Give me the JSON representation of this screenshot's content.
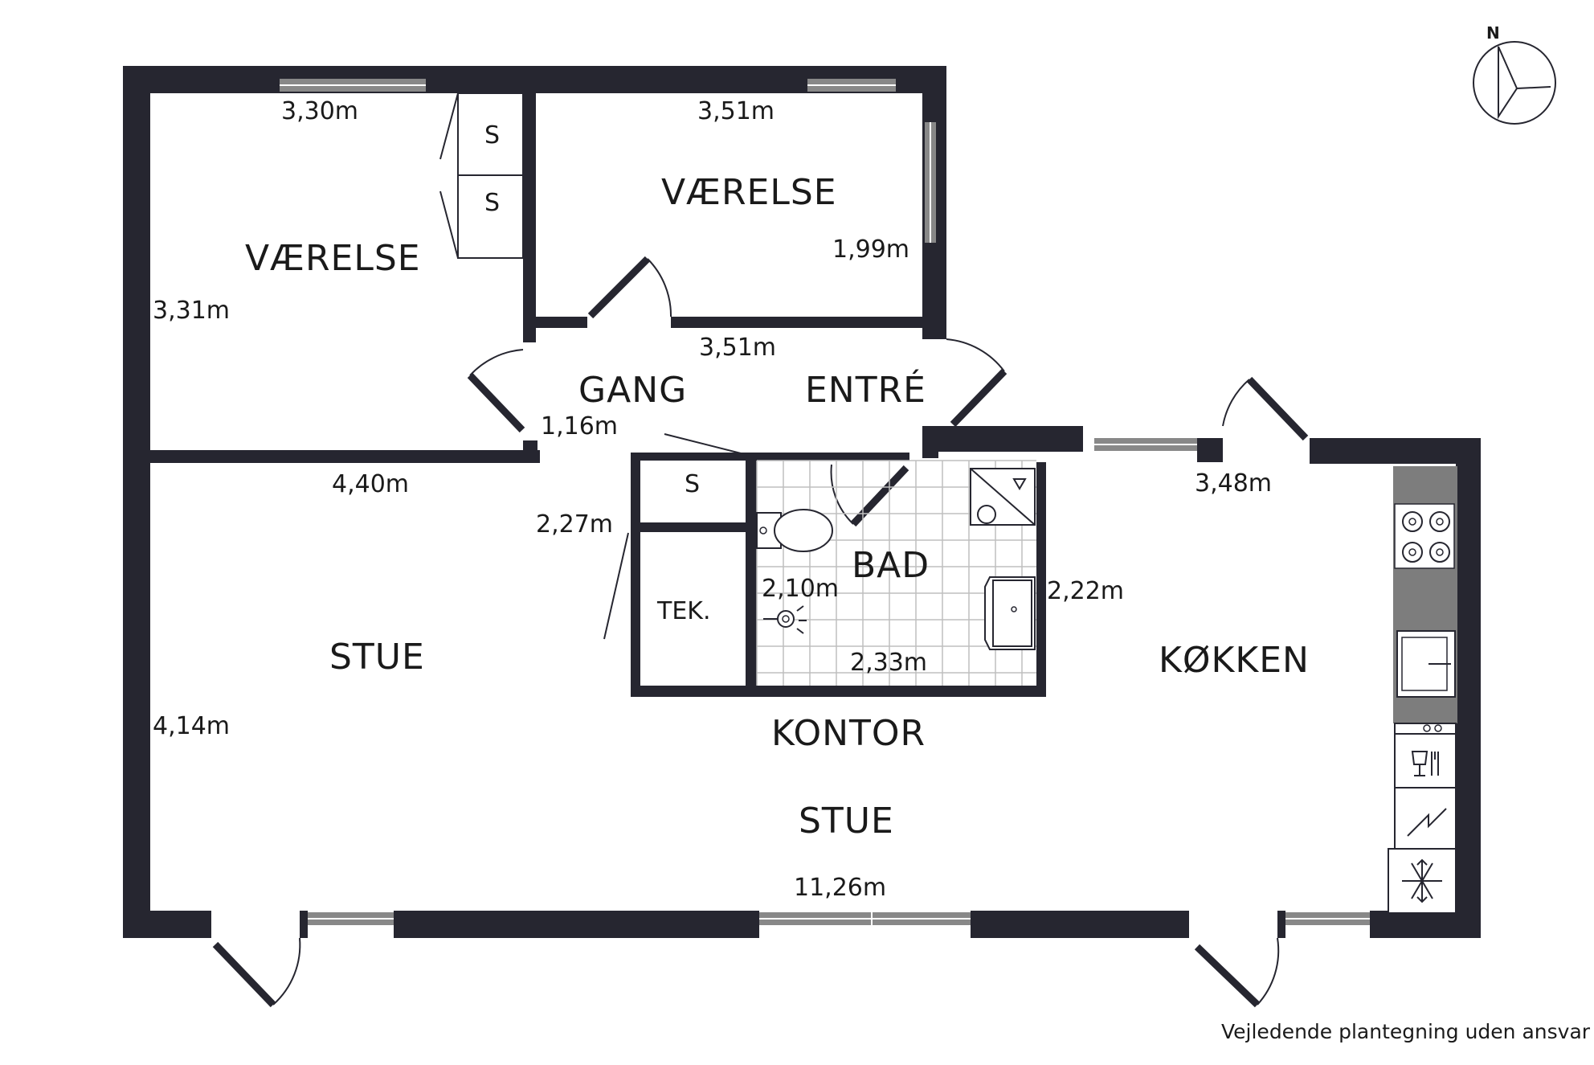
{
  "rooms": {
    "vaerelse_left": "VÆRELSE",
    "vaerelse_right": "VÆRELSE",
    "gang": "GANG",
    "entre": "ENTRÉ",
    "bad": "BAD",
    "tek": "TEK.",
    "stue_left": "STUE",
    "kontor": "KONTOR",
    "stue_bottom": "STUE",
    "kokken": "KØKKEN",
    "closet_s1": "S",
    "closet_s2": "S",
    "closet_s3": "S"
  },
  "dimensions": {
    "d_330": "3,30m",
    "d_351_top": "3,51m",
    "d_199": "1,99m",
    "d_331": "3,31m",
    "d_351_mid": "3,51m",
    "d_116": "1,16m",
    "d_440": "4,40m",
    "d_227": "2,27m",
    "d_210": "2,10m",
    "d_222": "2,22m",
    "d_233": "2,33m",
    "d_348": "3,48m",
    "d_414": "4,14m",
    "d_1126": "11,26m"
  },
  "compass": {
    "label": "N"
  },
  "disclaimer": "Vejledende plantegning uden ansvar",
  "colors": {
    "wall": "#262630",
    "window": "#888888",
    "tile": "#bfbfbf"
  }
}
